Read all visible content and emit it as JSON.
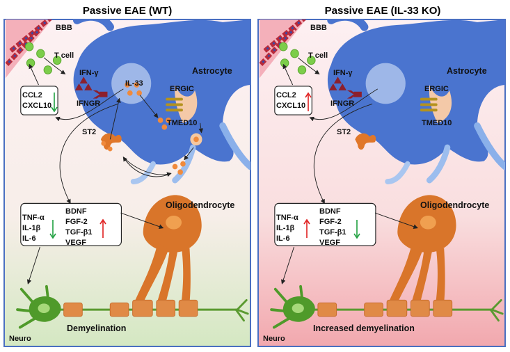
{
  "panels": [
    {
      "title": "Passive EAE (WT)",
      "bbb": "BBB",
      "t_cell": "T cell",
      "ifn": "IFN-γ",
      "ifngr": "IFNGR",
      "il33": "IL-33",
      "astrocyte": "Astrocyte",
      "ergic": "ERGIC",
      "tmed10": "TMED10",
      "st2": "ST2",
      "chemokines": [
        "CCL2",
        "CXCL10"
      ],
      "chemokine_trend": "down",
      "cytokines": [
        "TNF-α",
        "IL-1β",
        "IL-6"
      ],
      "cytokine_trend": "down",
      "factors": [
        "BDNF",
        "FGF-2",
        "TGF-β1",
        "VEGF"
      ],
      "factor_trend": "up",
      "oligodendrocyte": "Oligodendrocyte",
      "neuron": "Neuro",
      "outcome": "Demyelination",
      "bottom_color": "#d8eac8"
    },
    {
      "title": "Passive EAE (IL-33 KO)",
      "bbb": "BBB",
      "t_cell": "T cell",
      "ifn": "IFN-γ",
      "ifngr": "IFNGR",
      "astrocyte": "Astrocyte",
      "ergic": "ERGIC",
      "tmed10": "TMED10",
      "st2": "ST2",
      "chemokines": [
        "CCL2",
        "CXCL10"
      ],
      "chemokine_trend": "up",
      "cytokines": [
        "TNF-α",
        "IL-1β",
        "IL-6"
      ],
      "cytokine_trend": "up",
      "factors": [
        "BDNF",
        "FGF-2",
        "TGF-β1",
        "VEGF"
      ],
      "factor_trend": "down",
      "oligodendrocyte": "Oligodendrocyte",
      "neuron": "Neuro",
      "outcome": "Increased demyelination",
      "bottom_color": "#f4b7bc"
    }
  ],
  "colors": {
    "up_arrow": "#e02020",
    "down_arrow": "#20a040",
    "astrocyte": "#4a74cf",
    "oligodendrocyte": "#d9752a",
    "neuron": "#4f9a2a",
    "tcell": "#7ccd4a",
    "ifn": "#8c1f2c",
    "il33_dot": "#f08a3c"
  }
}
